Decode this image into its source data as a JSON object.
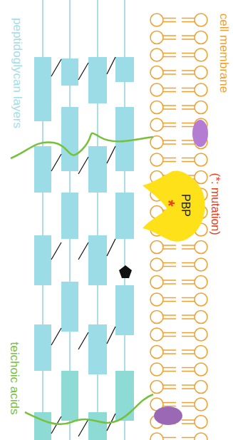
{
  "diagram": {
    "nodes": [
      {
        "text": [
          "PBP"
        ]
      }
    ],
    "labels": [
      "peptidoglycan layers",
      "cell membrane",
      "teichoic acids",
      "(*: mutation)",
      "*"
    ]
  }
}
